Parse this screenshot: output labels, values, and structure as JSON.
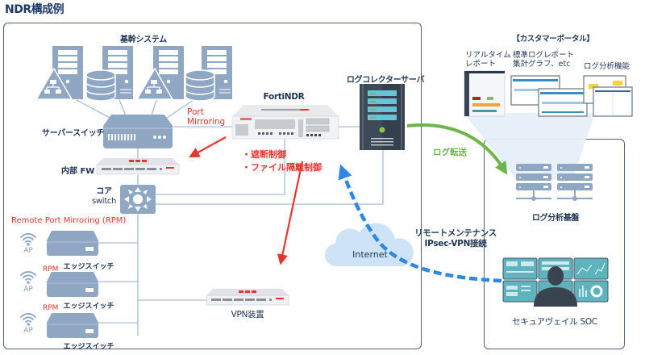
{
  "title": "NDR構成例",
  "colors": {
    "frame": "#51617a",
    "device": "#8fa7c3",
    "line": "#a6bdd6",
    "red_accent": "#e5352d",
    "blue_dashed": "#2f86e6",
    "green_arrow": "#6fb64a",
    "cloud": "#cfe3f8",
    "text": "#1f3555"
  },
  "core_systems": {
    "label": "基幹システム",
    "icons": [
      "server-network-icon",
      "server-database-icon",
      "server-network-icon",
      "server-database-icon"
    ]
  },
  "server_switch": {
    "label": "サーバースイッチ"
  },
  "port_mirroring": {
    "line1": "Port",
    "line2": "Mirroring"
  },
  "internal_fw": {
    "label": "内部 FW"
  },
  "core_switch": {
    "line1": "コア",
    "line2": "switch"
  },
  "rpm_heading": "Remote Port Mirroring (RPM)",
  "edge_switches": [
    {
      "ap_label": "AP",
      "label": "エッジスイッチ",
      "rpm": ""
    },
    {
      "ap_label": "AP",
      "label": "エッジスイッチ",
      "rpm": "RPM"
    },
    {
      "ap_label": "AP",
      "label": "エッジスイッチ",
      "rpm": "RPM"
    }
  ],
  "fortindr": {
    "label": "FortiNDR",
    "actions": [
      "・遮断制御",
      "・ファイル隔離制御"
    ]
  },
  "log_collector": {
    "label": "ログコレクターサーバ"
  },
  "vpn_device": {
    "label": "VPN装置"
  },
  "internet": {
    "label": "Internet"
  },
  "log_transfer": {
    "label": "ログ転送"
  },
  "remote_maintenance": {
    "line1": "リモートメンテナンス",
    "line2": "IPsec-VPN接続"
  },
  "customer_portal": {
    "heading": "【カスタマーポータル】",
    "items": [
      {
        "line1": "リアルタイム",
        "line2": "レポート"
      },
      {
        "line1": "標準ログレポート",
        "line2": "集計グラフ、etc"
      },
      {
        "line1": "ログ分析機能",
        "line2": ""
      }
    ]
  },
  "log_analysis_platform": {
    "label": "ログ分析基盤"
  },
  "soc": {
    "label": "セキュアヴェイル SOC"
  }
}
